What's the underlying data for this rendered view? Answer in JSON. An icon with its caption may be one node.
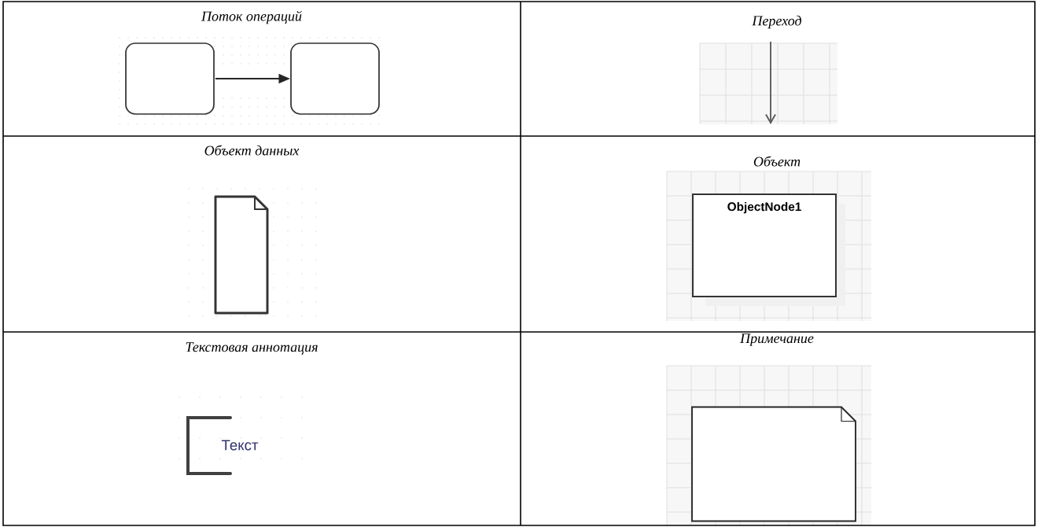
{
  "diagram": {
    "nodes": [
      {
        "text": [],
        "shape": "box"
      },
      {
        "text": [],
        "shape": "box"
      },
      {
        "text": [],
        "shape": "document"
      },
      {
        "text": [
          "ObjectNode1"
        ]
      },
      {
        "text": [
          "Текст"
        ]
      },
      {
        "text": [],
        "shape": "note"
      }
    ],
    "edges": [
      {
        "from": 0,
        "to": 1,
        "arrow": "to"
      }
    ],
    "labels": [
      "Поток операций",
      "Переход",
      "Объект данных",
      "Объект",
      "Текстовая аннотация",
      "Примечание"
    ]
  }
}
